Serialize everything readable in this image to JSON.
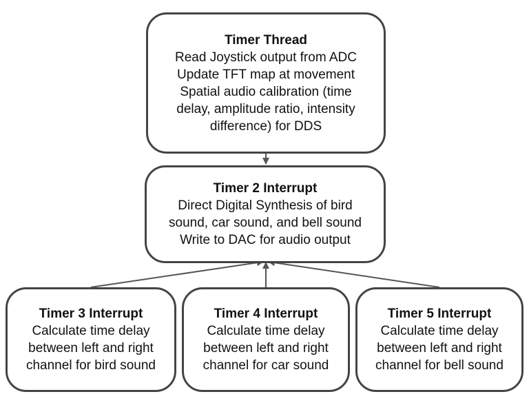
{
  "colors": {
    "stroke": "#444444",
    "background": "#ffffff",
    "text": "#111111"
  },
  "nodes": {
    "timer_thread": {
      "title": "Timer Thread",
      "lines": [
        "Read Joystick output from ADC",
        "Update TFT map at movement",
        "Spatial audio calibration (time",
        "delay, amplitude ratio, intensity",
        "difference) for DDS"
      ]
    },
    "timer2": {
      "title": "Timer 2 Interrupt",
      "lines": [
        "Direct Digital Synthesis of bird",
        "sound, car sound, and bell sound",
        "Write to DAC for audio output"
      ]
    },
    "timer3": {
      "title": "Timer 3 Interrupt",
      "lines": [
        "Calculate time delay",
        "between left and right",
        "channel for bird sound"
      ]
    },
    "timer4": {
      "title": "Timer 4 Interrupt",
      "lines": [
        "Calculate time delay",
        "between left and right",
        "channel for car sound"
      ]
    },
    "timer5": {
      "title": "Timer 5 Interrupt",
      "lines": [
        "Calculate time delay",
        "between left and right",
        "channel for bell sound"
      ]
    }
  },
  "edges": [
    {
      "from": "timer_thread",
      "to": "timer2"
    },
    {
      "from": "timer3",
      "to": "timer2"
    },
    {
      "from": "timer4",
      "to": "timer2"
    },
    {
      "from": "timer5",
      "to": "timer2"
    }
  ]
}
